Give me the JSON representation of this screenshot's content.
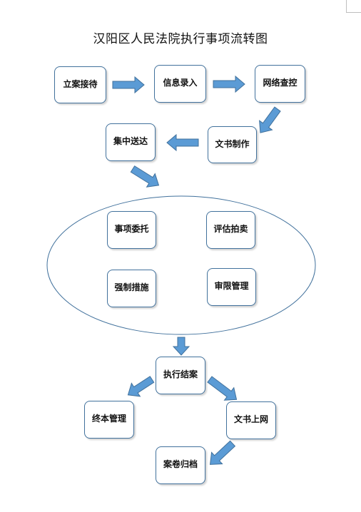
{
  "title": "汉阳区人民法院执行事项流转图",
  "nodes": {
    "case_filing": "立案接待",
    "info_entry": "信息录入",
    "network_check": "网络查控",
    "doc_making": "文书制作",
    "centralized_delivery": "集中送达",
    "entrustment": "事项委托",
    "appraisal_auction": "评估拍卖",
    "coercive_measures": "强制措施",
    "limit_review": "审限管理",
    "execution_closing": "执行结案",
    "final_management": "终本管理",
    "doc_online": "文书上网",
    "archiving": "案卷归档"
  },
  "colors": {
    "arrow_fill": "#5b9bd5",
    "arrow_stroke": "#41719c",
    "border": "#41719c"
  }
}
